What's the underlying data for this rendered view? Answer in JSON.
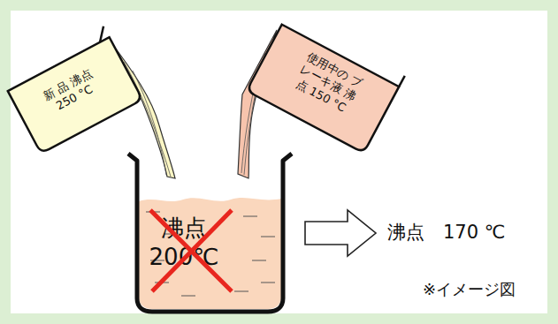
{
  "diagram": {
    "nodes": [
      {
        "text": [
          "新 品 沸点 250 °C"
        ]
      },
      {
        "text": [
          "使用中の ブレーキ液 沸点 150 °C"
        ]
      },
      {
        "text": [
          "沸点 200℃"
        ]
      }
    ],
    "labels": [
      "沸点　170 ℃",
      "※イメージ図"
    ]
  }
}
